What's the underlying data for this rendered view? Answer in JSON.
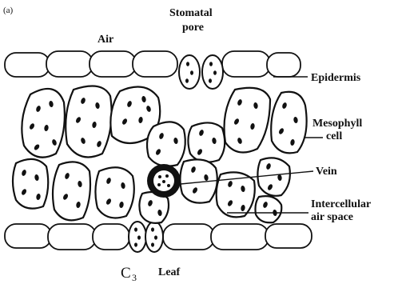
{
  "figure": {
    "panel_label": "(a)",
    "labels": {
      "air": "Air",
      "stomatal_pore_line1": "Stomatal",
      "stomatal_pore_line2": "pore",
      "epidermis": "Epidermis",
      "mesophyll_line1": "Mesophyll",
      "mesophyll_line2": "cell",
      "vein": "Vein",
      "intercellular_line1": "Intercellular",
      "intercellular_line2": "air space",
      "c3_letter": "C",
      "c3_subscript": "3",
      "leaf": "Leaf"
    }
  }
}
